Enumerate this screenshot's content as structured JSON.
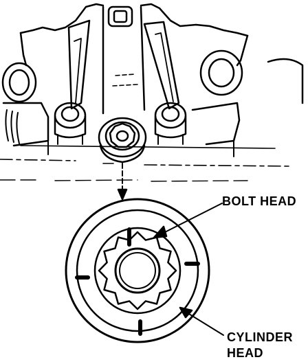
{
  "labels": {
    "bolt_head": "BOLT HEAD",
    "cylinder_head_line1": "CYLINDER",
    "cylinder_head_line2": "HEAD"
  },
  "colors": {
    "ink": "#000000",
    "paper": "#ffffff"
  }
}
